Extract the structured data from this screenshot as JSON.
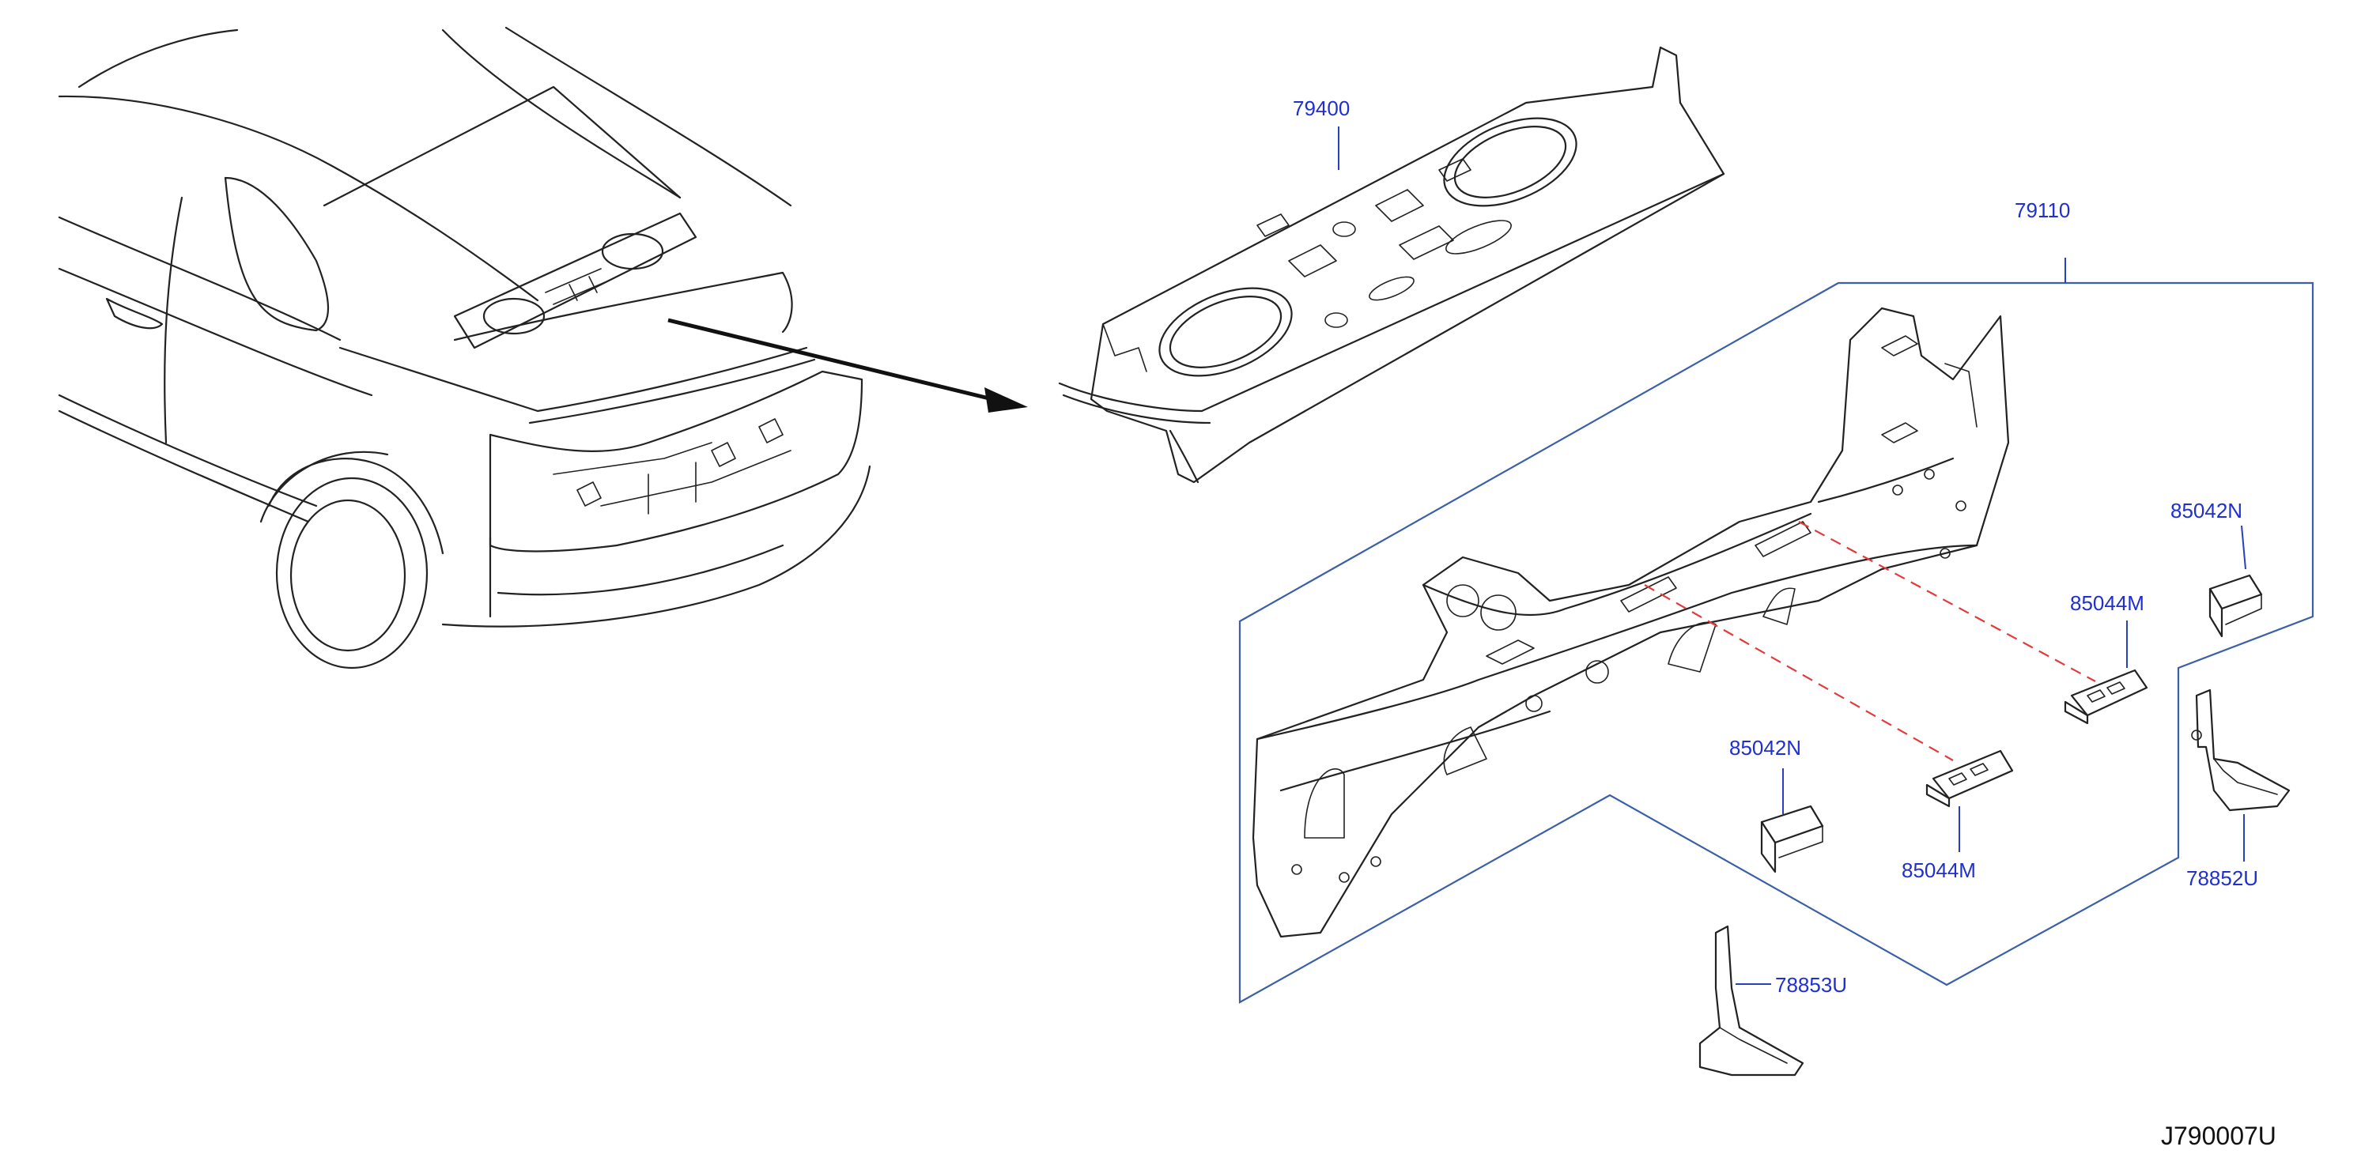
{
  "diagram": {
    "code": "J790007U",
    "colors": {
      "label": "#1f2fd0",
      "leader": "#2a3fc0",
      "group_outline": "#3b5fa8",
      "dashed_alignment": "#e23b3b",
      "line_art": "#222222"
    },
    "callouts": {
      "rear_parcel_shelf": "79400",
      "rear_panel_assembly": "79110",
      "bracket_upper_right": "85042N",
      "retainer_right": "85044M",
      "bracket_center": "85042N",
      "retainer_center": "85044M",
      "rear_lower_bracket_right": "78852U",
      "rear_lower_bracket_left": "78853U"
    }
  }
}
